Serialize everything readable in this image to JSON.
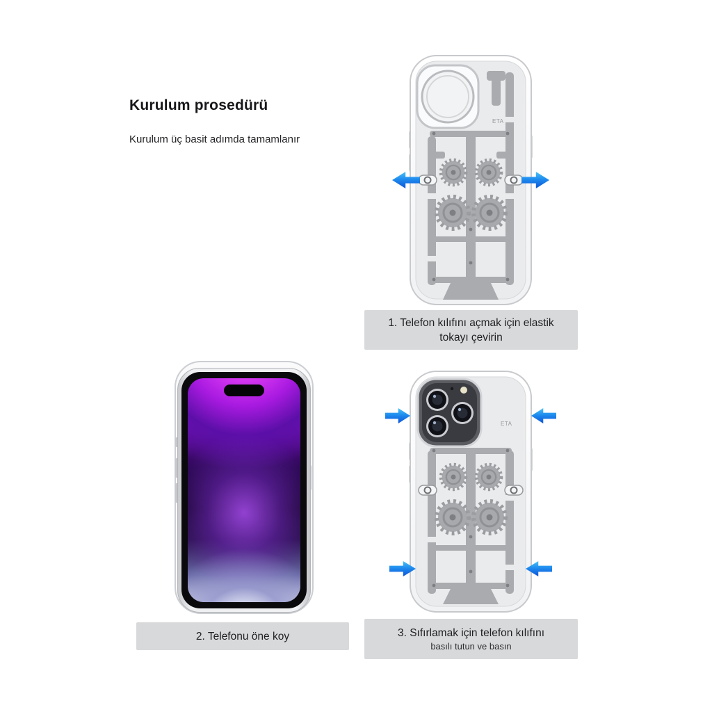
{
  "header": {
    "title": "Kurulum prosedürü",
    "subtitle": "Kurulum üç basit adımda tamamlanır"
  },
  "steps": {
    "step1": {
      "line1": "1. Telefon kılıfını açmak için elastik",
      "line2": "tokayı çevirin"
    },
    "step2": {
      "line1": "2. Telefonu öne koy"
    },
    "step3": {
      "line1": "3. Sıfırlamak için telefon kılıfını",
      "line2": "basılı tutun ve basın"
    }
  },
  "case_label": "ETA",
  "colors": {
    "arrow_light": "#4fc8f8",
    "arrow_dark": "#0b4fd6",
    "caption_bg": "#d8d9da"
  }
}
